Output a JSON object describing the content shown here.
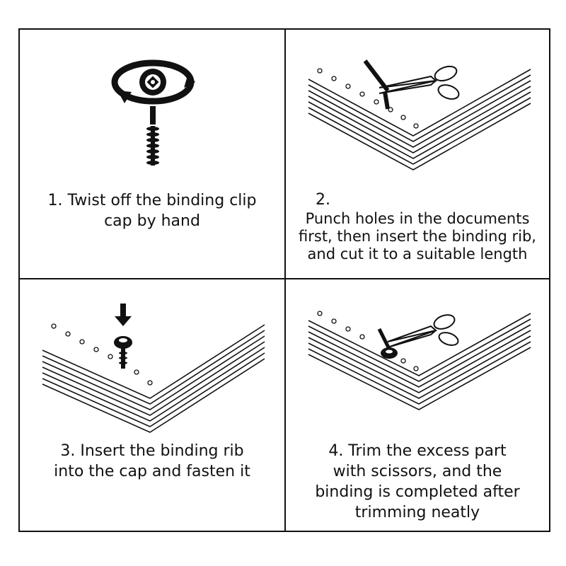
{
  "steps": [
    {
      "number_label": "1.",
      "text_lines": [
        "1. Twist off the binding clip",
        "cap by hand"
      ]
    },
    {
      "number_label": "2.",
      "text_lines": [
        "Punch holes in the documents",
        "first, then insert the binding rib,",
        "and cut it to a suitable length"
      ]
    },
    {
      "number_label": "3.",
      "text_lines": [
        "3. Insert the binding rib",
        "into the cap and fasten it"
      ]
    },
    {
      "number_label": "4.",
      "text_lines": [
        "4. Trim the excess part",
        "with scissors, and the",
        "binding is completed after",
        "trimming neatly"
      ]
    }
  ],
  "colors": {
    "ink": "#111111",
    "background": "#ffffff"
  },
  "icons": [
    "rotate-arrow-icon",
    "binding-cap-icon",
    "binding-rib-icon",
    "paper-stack-icon",
    "scissors-icon",
    "down-arrow-icon"
  ]
}
